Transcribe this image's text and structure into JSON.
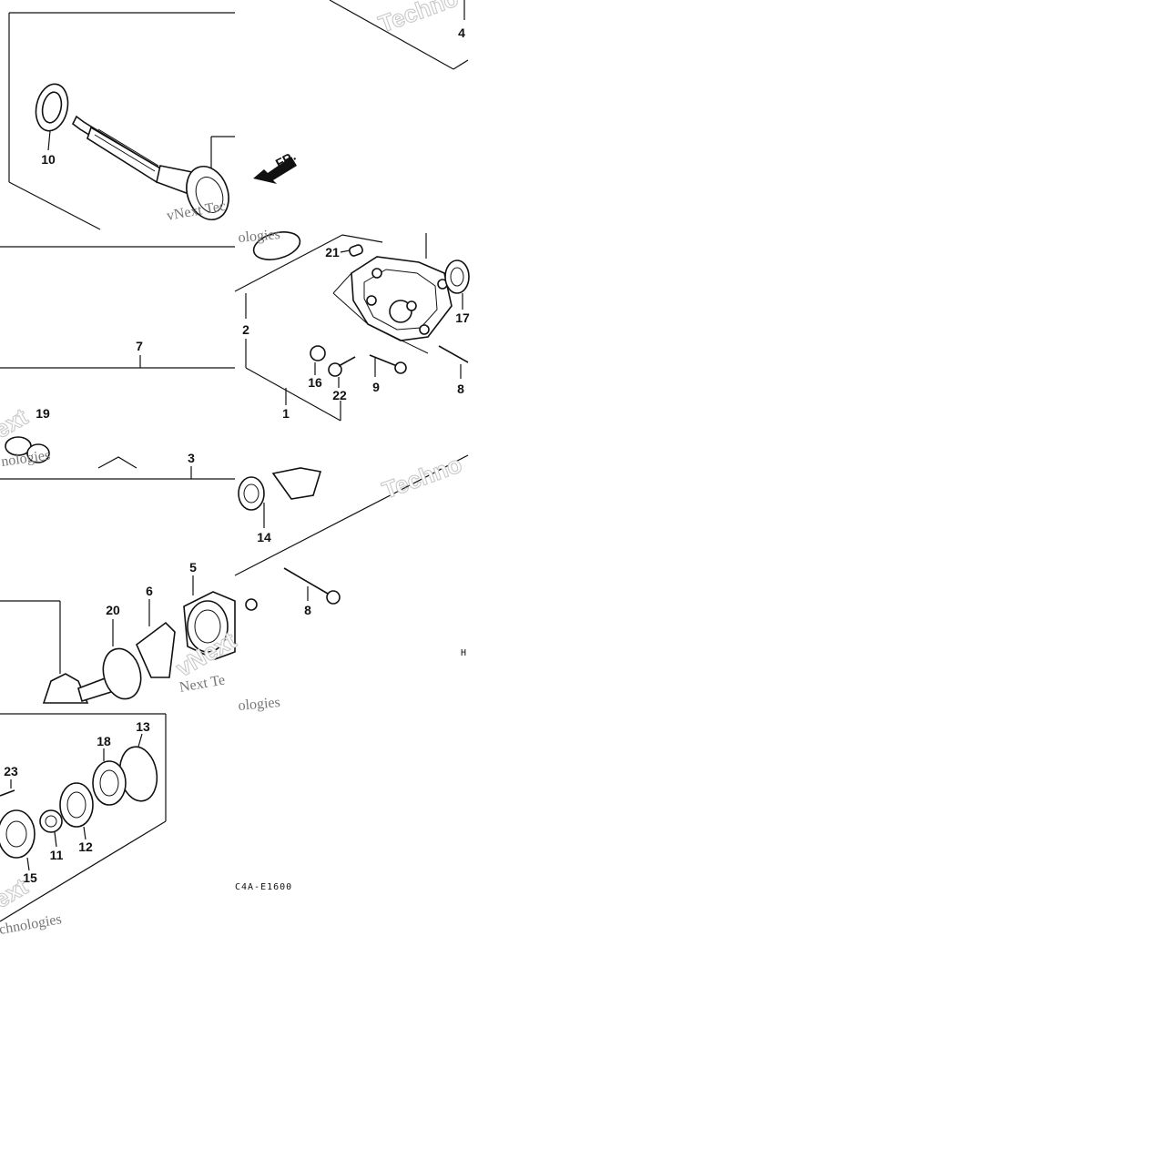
{
  "callouts": [
    "1",
    "2",
    "3",
    "4",
    "5",
    "6",
    "7",
    "8",
    "8",
    "9",
    "10",
    "11",
    "12",
    "13",
    "14",
    "15",
    "16",
    "17",
    "18",
    "19",
    "20",
    "21",
    "22",
    "23"
  ],
  "direction_label": "FR.",
  "diagram_code": "C4A-E1600",
  "edge_code": "H",
  "watermarks": [
    "Techno",
    "vNext Tec",
    "ologies",
    "Techno",
    "ext",
    "nologies",
    "vNext",
    "Next Te",
    "ologies",
    "ext",
    "chnologies"
  ]
}
